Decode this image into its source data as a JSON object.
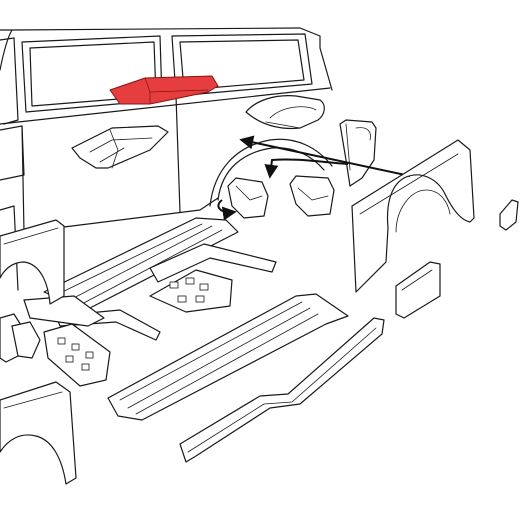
{
  "colors": {
    "highlight_fill": "#e63e3e",
    "highlight_stroke": "#8a1212",
    "line": "#1a1a1a",
    "background": "#ffffff"
  },
  "highlighted_part": "red-floor-panel-highlight",
  "arrows": {
    "count": 3,
    "style": "black-solid-arrowheads"
  }
}
